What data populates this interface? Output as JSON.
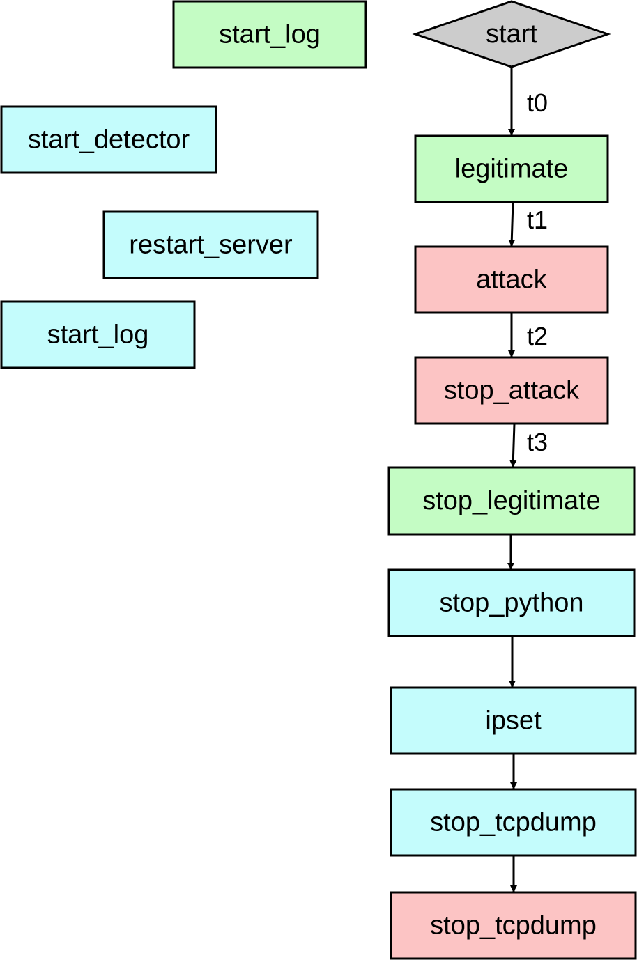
{
  "colors": {
    "green": "#c4fcc4",
    "cyan": "#c4fcfc",
    "red": "#fcc4c4",
    "gray": "#cccccc",
    "stroke": "#000000"
  },
  "nodes": [
    {
      "id": "start_log_green",
      "label": "start_log",
      "shape": "rect",
      "color": "green"
    },
    {
      "id": "start_detector",
      "label": "start_detector",
      "shape": "rect",
      "color": "cyan"
    },
    {
      "id": "restart_server",
      "label": "restart_server",
      "shape": "rect",
      "color": "cyan"
    },
    {
      "id": "start_log_cyan",
      "label": "start_log",
      "shape": "rect",
      "color": "cyan"
    },
    {
      "id": "start",
      "label": "start",
      "shape": "diamond",
      "color": "gray"
    },
    {
      "id": "legitimate",
      "label": "legitimate",
      "shape": "rect",
      "color": "green"
    },
    {
      "id": "attack",
      "label": "attack",
      "shape": "rect",
      "color": "red"
    },
    {
      "id": "stop_attack",
      "label": "stop_attack",
      "shape": "rect",
      "color": "red"
    },
    {
      "id": "stop_legitimate",
      "label": "stop_legitimate",
      "shape": "rect",
      "color": "green"
    },
    {
      "id": "stop_python",
      "label": "stop_python",
      "shape": "rect",
      "color": "cyan"
    },
    {
      "id": "ipset",
      "label": "ipset",
      "shape": "rect",
      "color": "cyan"
    },
    {
      "id": "stop_tcpdump_cyan",
      "label": "stop_tcpdump",
      "shape": "rect",
      "color": "cyan"
    },
    {
      "id": "stop_tcpdump_red",
      "label": "stop_tcpdump",
      "shape": "rect",
      "color": "red"
    }
  ],
  "edges": [
    {
      "from": "start",
      "to": "legitimate",
      "label": "t0"
    },
    {
      "from": "legitimate",
      "to": "attack",
      "label": "t1"
    },
    {
      "from": "attack",
      "to": "stop_attack",
      "label": "t2"
    },
    {
      "from": "stop_attack",
      "to": "stop_legitimate",
      "label": "t3"
    },
    {
      "from": "stop_legitimate",
      "to": "stop_python",
      "label": ""
    },
    {
      "from": "stop_python",
      "to": "ipset",
      "label": ""
    },
    {
      "from": "ipset",
      "to": "stop_tcpdump_cyan",
      "label": ""
    },
    {
      "from": "stop_tcpdump_cyan",
      "to": "stop_tcpdump_red",
      "label": ""
    }
  ]
}
